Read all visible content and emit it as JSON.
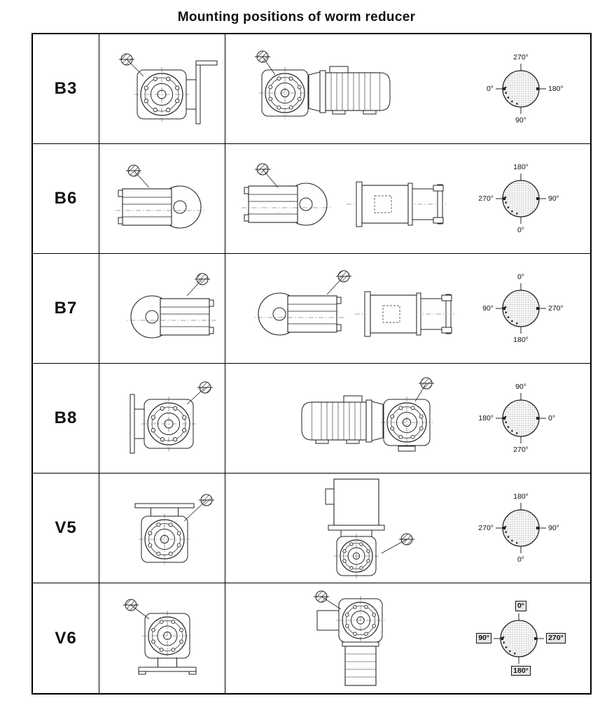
{
  "title": "Mounting positions of worm reducer",
  "rows": [
    {
      "label": "B3",
      "boxed": false,
      "dial": {
        "top": "270°",
        "right": "180°",
        "bottom": "90°",
        "left": "0°"
      }
    },
    {
      "label": "B6",
      "boxed": false,
      "dial": {
        "top": "180°",
        "right": "90°",
        "bottom": "0°",
        "left": "270°"
      }
    },
    {
      "label": "B7",
      "boxed": false,
      "dial": {
        "top": "0°",
        "right": "270°",
        "bottom": "180°",
        "left": "90°"
      }
    },
    {
      "label": "B8",
      "boxed": false,
      "dial": {
        "top": "90°",
        "right": "0°",
        "bottom": "270°",
        "left": "180°"
      }
    },
    {
      "label": "V5",
      "boxed": false,
      "dial": {
        "top": "180°",
        "right": "90°",
        "bottom": "0°",
        "left": "270°"
      }
    },
    {
      "label": "V6",
      "boxed": true,
      "dial": {
        "top": "0°",
        "right": "270°",
        "bottom": "180°",
        "left": "90°"
      }
    }
  ]
}
